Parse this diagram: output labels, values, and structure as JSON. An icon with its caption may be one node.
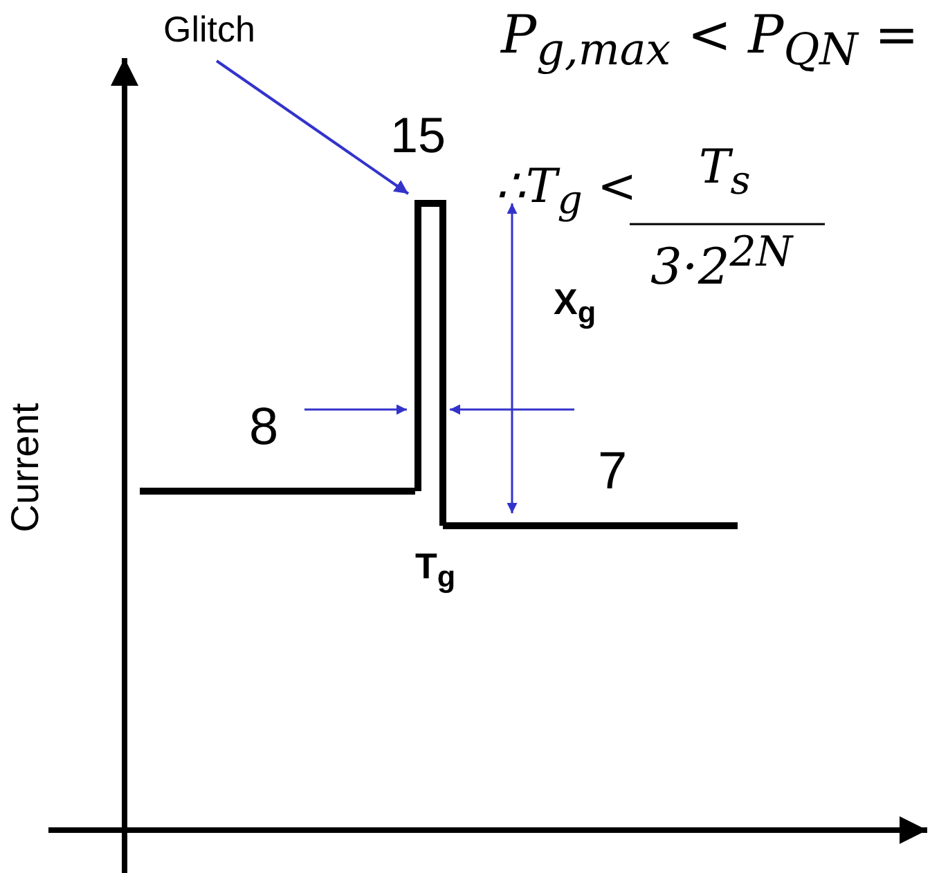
{
  "diagram": {
    "nodes": [
      {
        "text": [
          "Glitch"
        ]
      },
      {
        "text": [],
        "shape": "bar"
      }
    ],
    "edges": [
      {
        "from": 0,
        "to": 1,
        "arrow": "to"
      }
    ],
    "labels": [
      "*P*$_{g,max}$ < *P*$_{QN}$ =",
      "15",
      "∴*T*$_{g}$ <",
      "*T*$_{s}$",
      "3·2$^{2N}$",
      "X$_{g}$",
      "8",
      "7",
      "T$_{g}$",
      "Current"
    ]
  }
}
